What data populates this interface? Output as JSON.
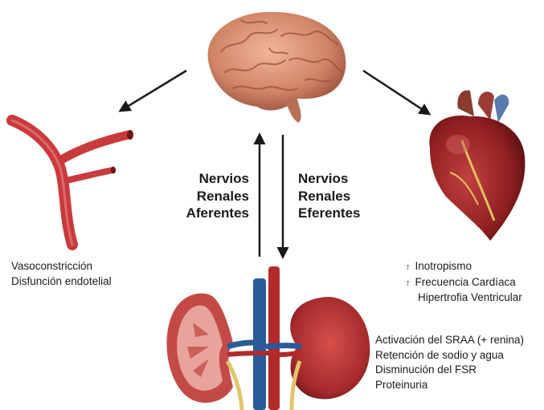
{
  "afferent": {
    "line1": "Nervios",
    "line2": "Renales",
    "line3": "Aferentes"
  },
  "efferent": {
    "line1": "Nervios",
    "line2": "Renales",
    "line3": "Eferentes"
  },
  "vascular": {
    "line1": "Vasoconstricción",
    "line2": "Disfunción endotelial"
  },
  "cardiac": {
    "arrow": "↑",
    "line1": "Inotropismo",
    "line2": "Frecuencia Cardíaca",
    "line3": "Hipertrofia Ventricular"
  },
  "renal": {
    "line1": "Activación del SRAA (+ renina)",
    "line2": "Retención de sodio y agua",
    "line3": "Disminución del FSR",
    "line4": "Proteinuria"
  },
  "icons": [
    "brain-icon",
    "blood-vessel-icon",
    "heart-icon",
    "kidneys-icon"
  ],
  "colors": {
    "tissue": "#c9393b",
    "artery": "#b22a2a",
    "vein": "#2a5a9a",
    "brain": "#d99478"
  }
}
